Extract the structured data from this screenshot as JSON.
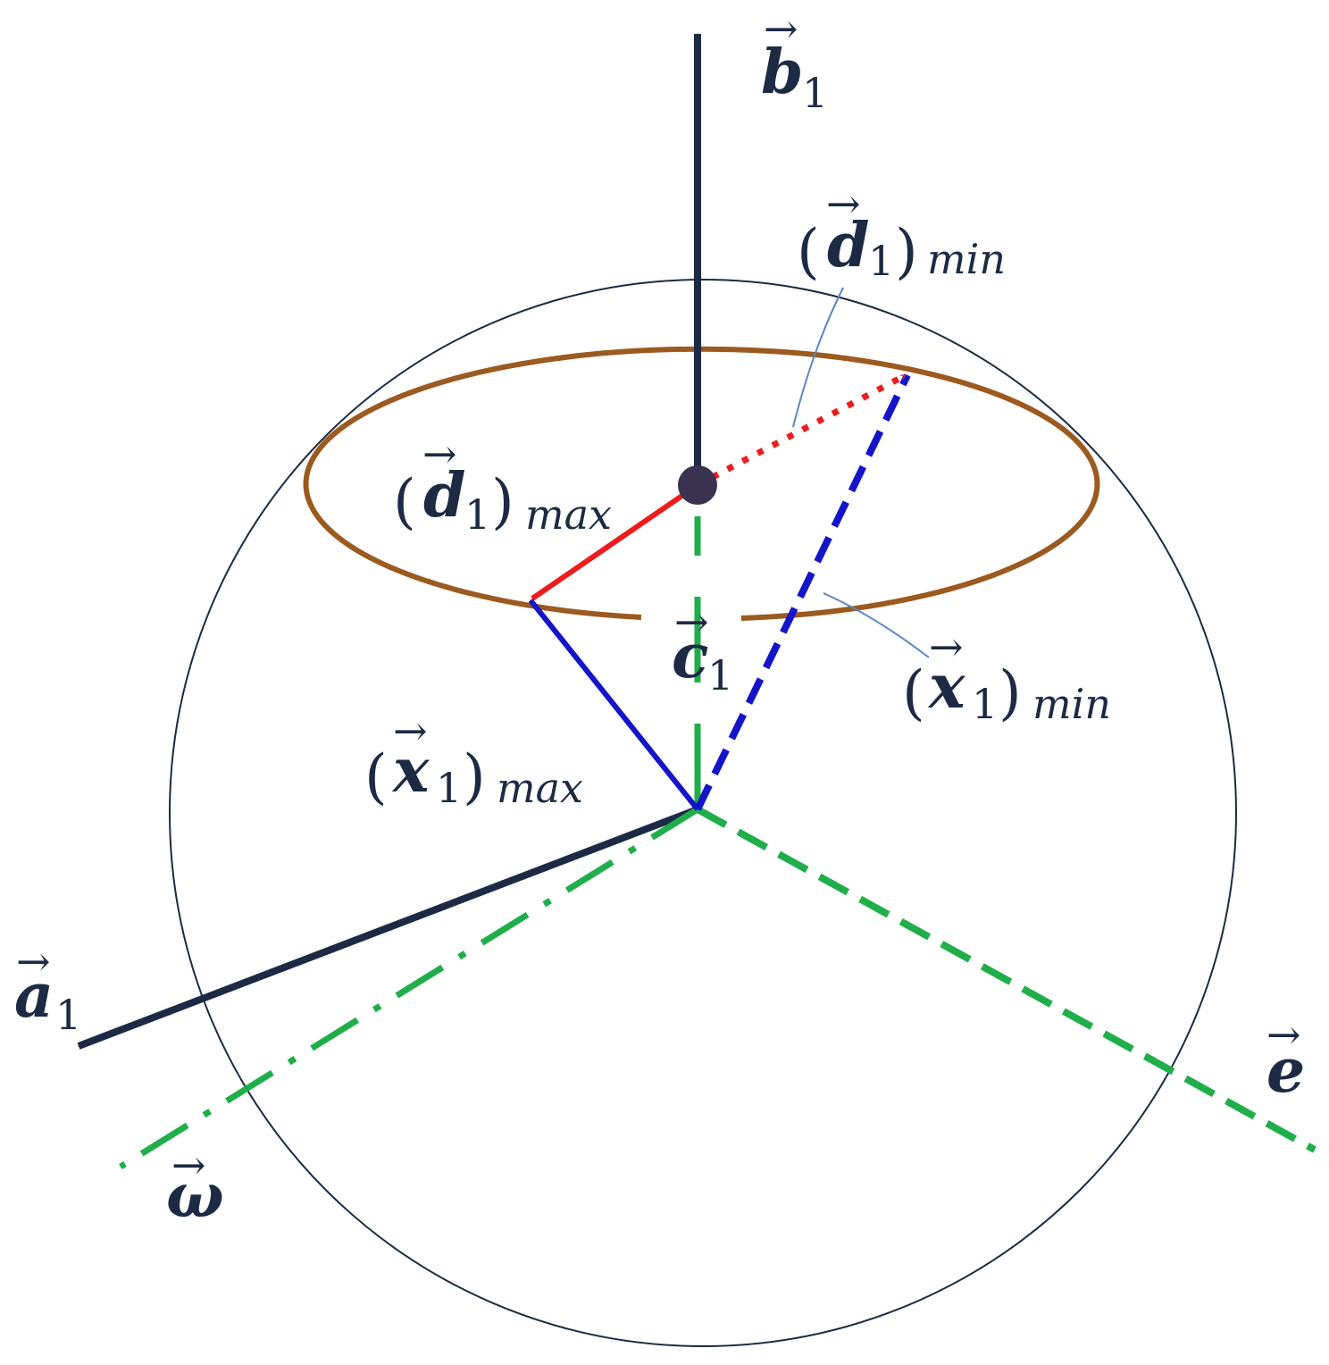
{
  "diagram": {
    "labels": {
      "b1": {
        "arrow": "→",
        "base": "b",
        "sub": "1"
      },
      "a1": {
        "arrow": "→",
        "base": "a",
        "sub": "1"
      },
      "c1": {
        "arrow": "→",
        "base": "c",
        "sub": "1"
      },
      "e": {
        "arrow": "→",
        "base": "e"
      },
      "omega": {
        "arrow": "→",
        "base": "ω"
      },
      "d1_min": {
        "open": "(",
        "arrow": "→",
        "base": "d",
        "sub": "1",
        "close": ")",
        "subscript": "min"
      },
      "d1_max": {
        "open": "(",
        "arrow": "→",
        "base": "d",
        "sub": "1",
        "close": ")",
        "subscript": "max"
      },
      "x1_min": {
        "open": "(",
        "arrow": "→",
        "base": "x",
        "sub": "1",
        "close": ")",
        "subscript": "min"
      },
      "x1_max": {
        "open": "(",
        "arrow": "→",
        "base": "x",
        "sub": "1",
        "close": ")",
        "subscript": "max"
      }
    },
    "colors": {
      "axis": "#1c2a44",
      "sphere": "#1c2a44",
      "ring": "#9b5a1f",
      "red": "#ee1c1c",
      "blue": "#1414c8",
      "green": "#1fae4a",
      "pointer": "#5b84c4",
      "center_dot": "#3a3350"
    }
  }
}
